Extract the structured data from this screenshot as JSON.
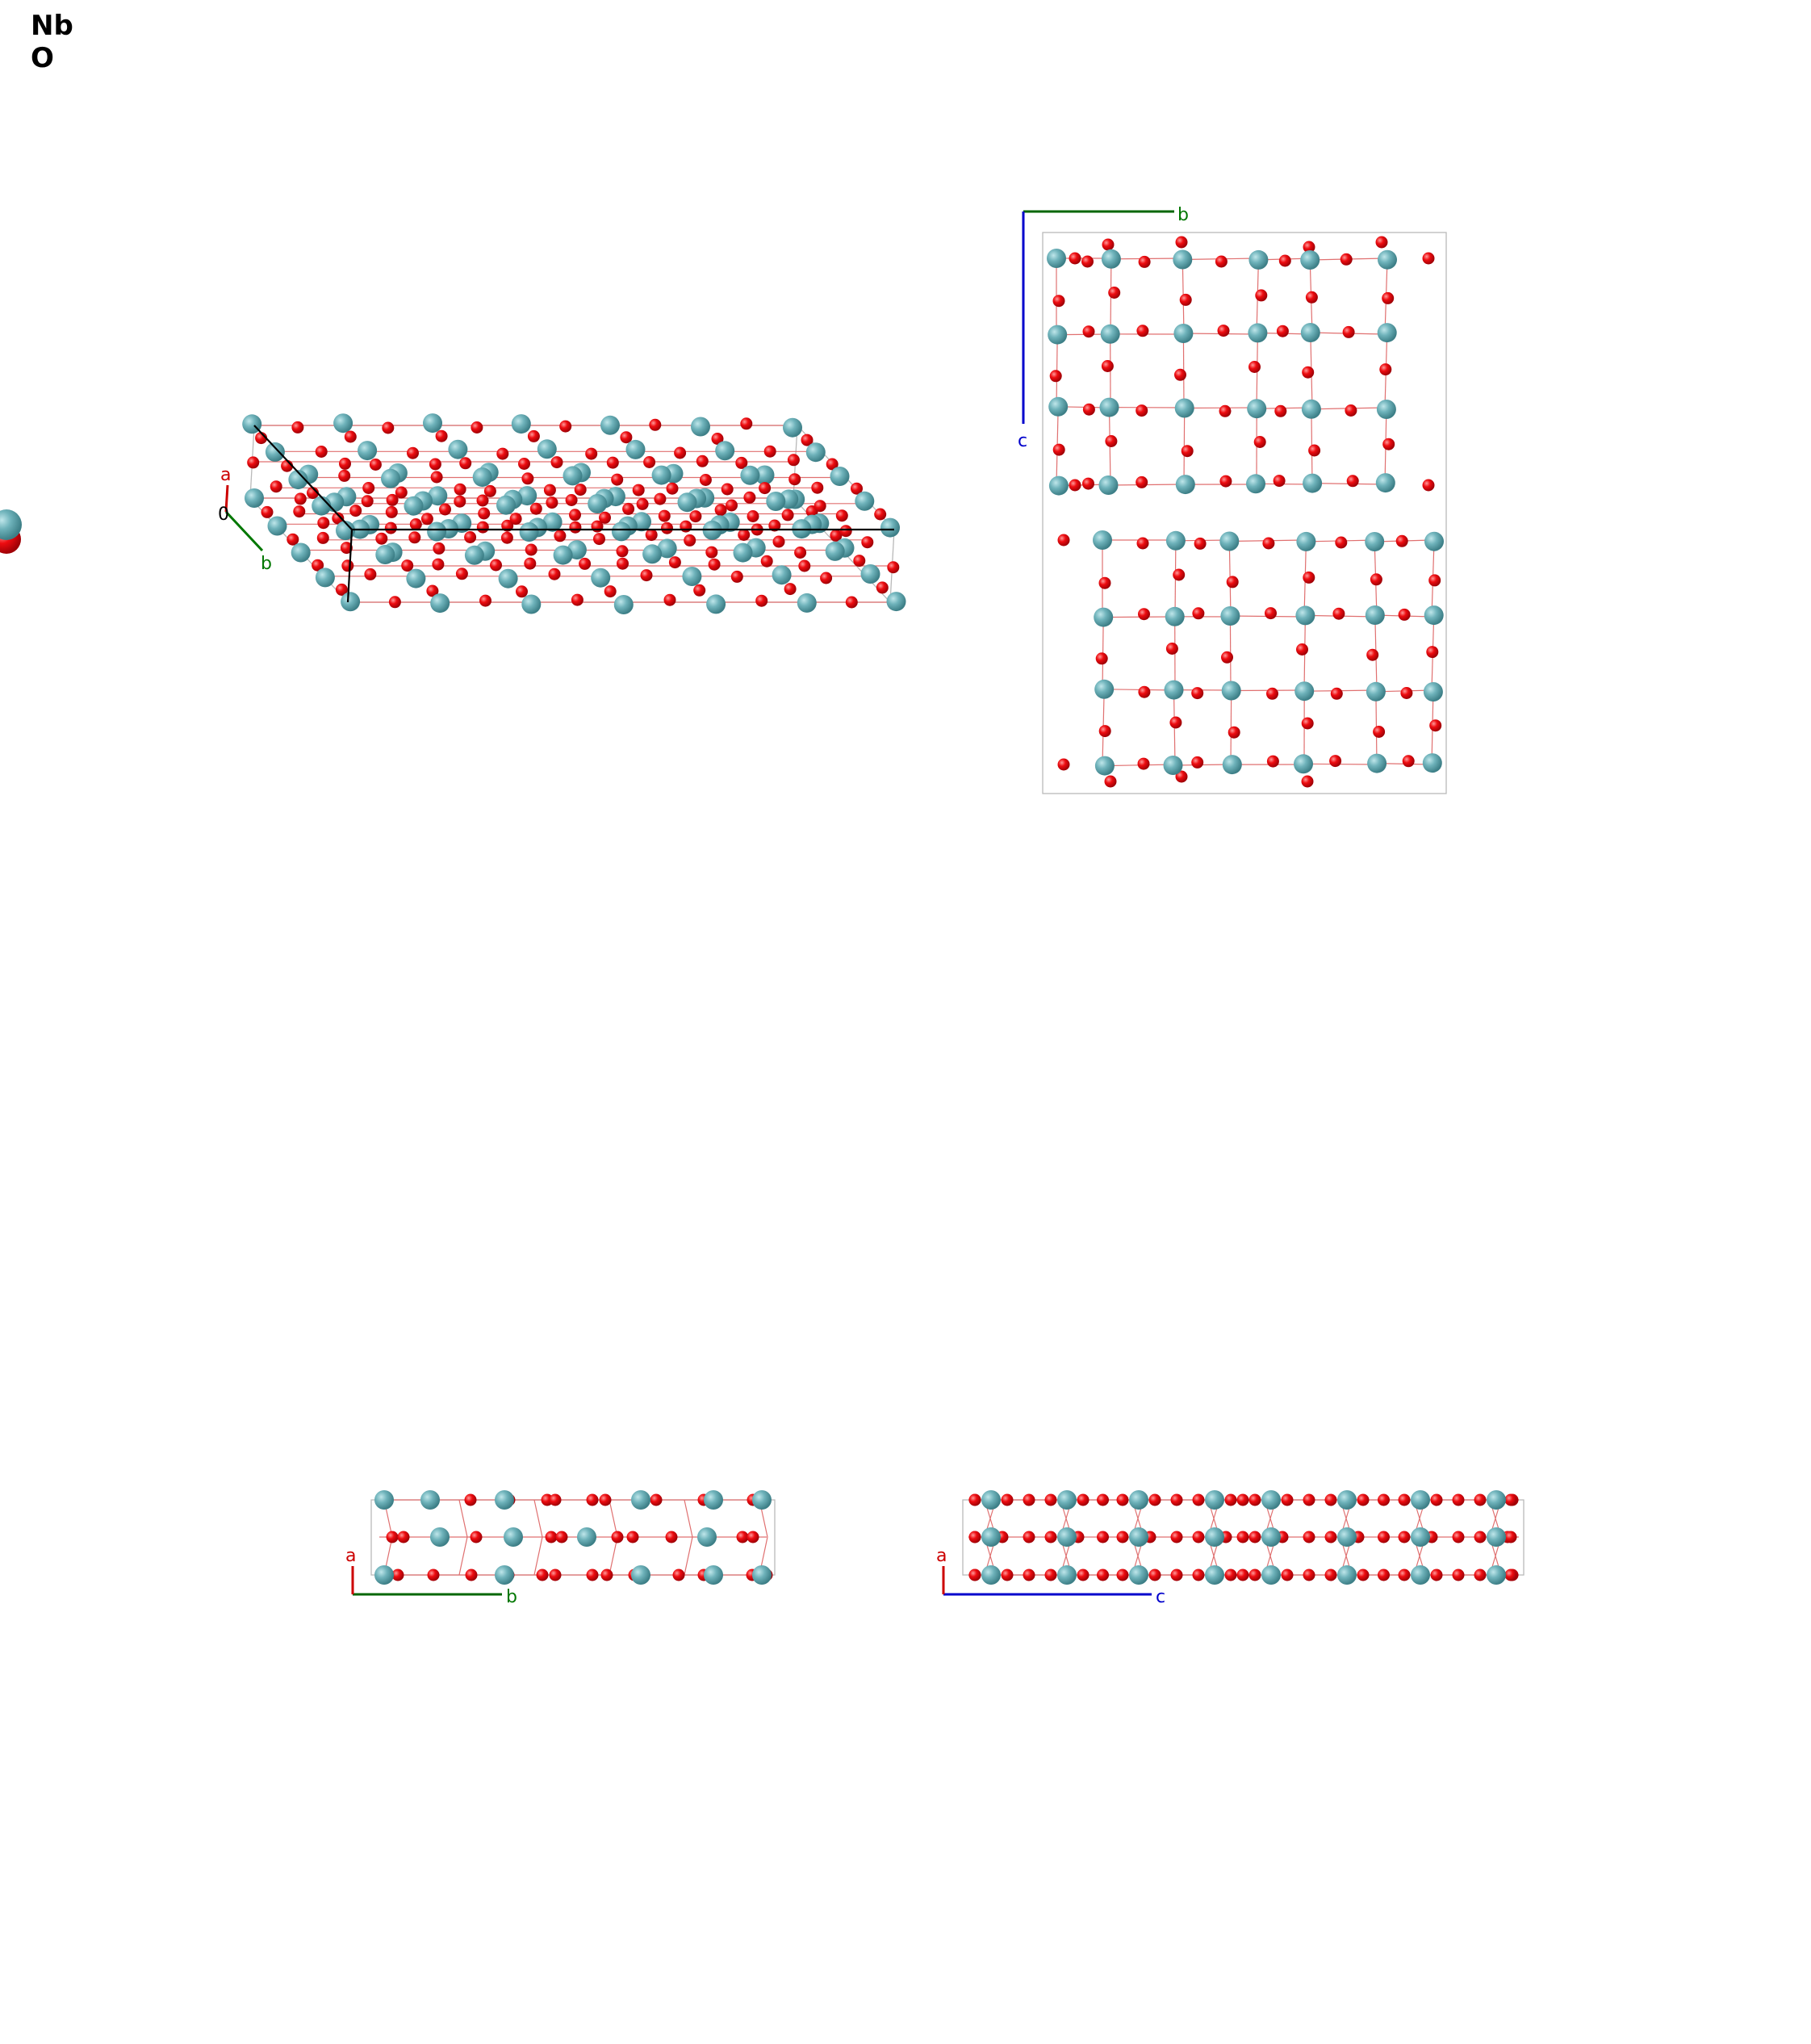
{
  "legend": {
    "elements": [
      {
        "symbol": "Nb",
        "color": "#5fa8b0"
      },
      {
        "symbol": "O",
        "color": "#e0000a"
      }
    ]
  },
  "colors": {
    "niobium": "#5fa8b0",
    "oxygen": "#e0000a",
    "cell_edge": "#b9b9b9",
    "bond": "#e07070",
    "axis_a": "#cc0000",
    "axis_b": "#007700",
    "axis_c": "#0000cc"
  },
  "views": {
    "perspective": {
      "axis_labels": {
        "a": "a",
        "b": "b",
        "origin": "0"
      }
    },
    "bc": {
      "axis_labels": {
        "b": "b",
        "c": "c"
      }
    },
    "ab": {
      "axis_labels": {
        "a": "a",
        "b": "b"
      }
    },
    "ac": {
      "axis_labels": {
        "a": "a",
        "c": "c"
      }
    }
  }
}
